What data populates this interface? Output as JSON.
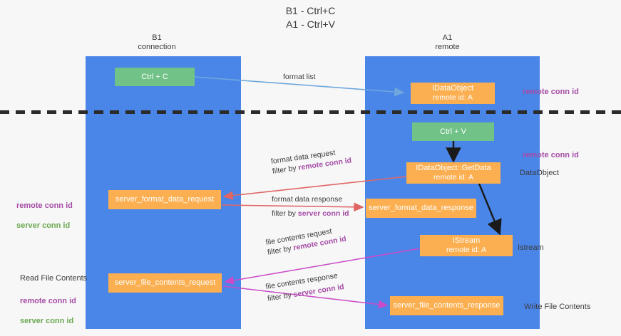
{
  "title": "B1 - Ctrl+C\nA1 - Ctrl+V",
  "columns": {
    "left": {
      "name": "B1",
      "role": "connection"
    },
    "right": {
      "name": "A1",
      "role": "remote"
    }
  },
  "boxes": {
    "ctrl_c": {
      "line1": "Ctrl + C",
      "color": "#71c287"
    },
    "idataobject": {
      "line1": "IDataObject",
      "line2": "remote id: A",
      "color": "#fbaf50"
    },
    "ctrl_v": {
      "line1": "Ctrl + V",
      "color": "#71c287"
    },
    "getdata": {
      "line1": "IDataObject::GetData",
      "line2": "remote id: A",
      "color": "#fbaf50"
    },
    "server_format_data_request": {
      "line1": "server_format_data_request",
      "color": "#fbaf50"
    },
    "server_format_data_response": {
      "line1": "server_format_data_response",
      "color": "#fbaf50"
    },
    "istream": {
      "line1": "IStream",
      "line2": "remote id: A",
      "color": "#fbaf50"
    },
    "server_file_contents_request": {
      "line1": "server_file_contents_request",
      "color": "#fbaf50"
    },
    "server_file_contents_response": {
      "line1": "server_file_contents_response",
      "color": "#fbaf50"
    }
  },
  "arrow_labels": {
    "format_list": "format list",
    "format_data_request": "format data request",
    "format_data_request_filter_prefix": "filter by ",
    "format_data_request_filter_key": "remote conn id",
    "format_data_response": "format data response",
    "format_data_response_filter_prefix": "filter by ",
    "format_data_response_filter_key": "server conn id",
    "file_contents_request": "file contents request",
    "file_contents_request_filter_prefix": "filter by ",
    "file_contents_request_filter_key": "remote conn id",
    "file_contents_response": "file contents response",
    "file_contents_response_filter_prefix": "filter by ",
    "file_contents_response_filter_key": "server conn id"
  },
  "side_labels": {
    "remote_conn_id_top": "remote conn id",
    "remote_conn_id_mid": "remote conn id",
    "dataobject": "DataObject",
    "istream": "Istream",
    "write_file_contents": "Write File Contents",
    "left_remote_conn_id": "remote conn id",
    "left_server_conn_id": "server conn id",
    "read_file_contents": "Read File Contents",
    "left_remote_conn_id_2": "remote conn id",
    "left_server_conn_id_2": "server conn id"
  },
  "colors": {
    "lane": "#4a86e8",
    "green_box": "#71c287",
    "orange_box": "#fbaf50",
    "purple_text": "#a64ca6",
    "green_text": "#6aa84f",
    "blue_arrow": "#6fa8dc",
    "red_arrow": "#e06666",
    "magenta_arrow": "#c94ac9",
    "black_arrow": "#1a1a1a",
    "background": "#f7f7f7"
  }
}
